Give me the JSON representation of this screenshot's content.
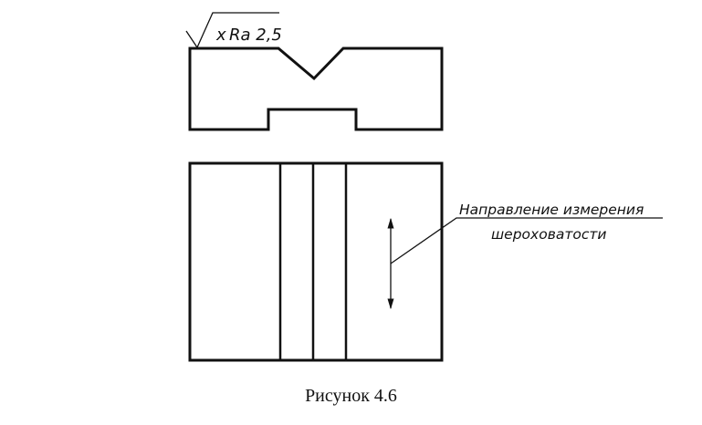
{
  "roughness": {
    "symbol": "x",
    "parameter": "Ra 2,5"
  },
  "leader_note": {
    "line1": "Направление измерения",
    "line2": "шероховатости"
  },
  "caption": "Рисунок 4.6"
}
